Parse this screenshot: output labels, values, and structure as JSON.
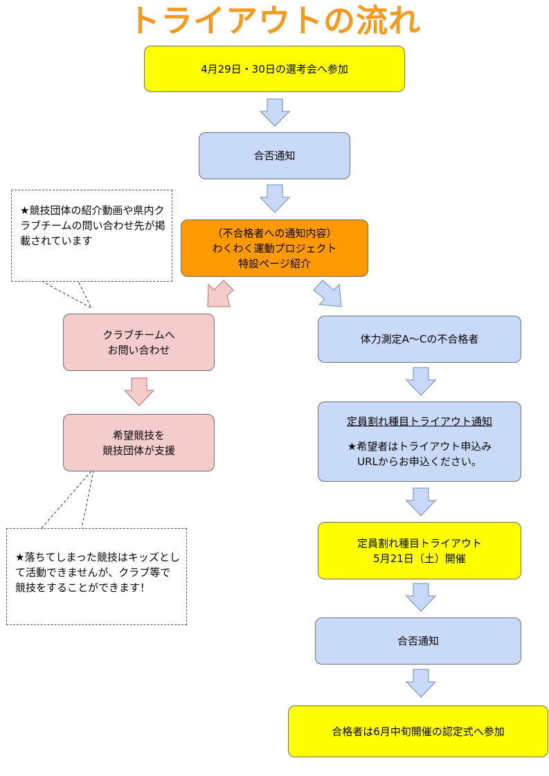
{
  "title": "トライアウトの流れ",
  "steps": {
    "selection": "4月29日・30日の選考会へ参加",
    "result1": "合否通知",
    "notice_line1": "（不合格者への通知内容）",
    "notice_line2": "わくわく運動プロジェクト",
    "notice_line3": "特設ページ紹介",
    "club_line1": "クラブチームへ",
    "club_line2": "お問い合わせ",
    "support_line1": "希望競技を",
    "support_line2": "競技団体が支援",
    "fail_ac": "体力測定A～Cの不合格者",
    "vacancy_title": "定員割れ種目トライアウト通知",
    "vacancy_line1": "★希望者はトライアウト申込み",
    "vacancy_line2": "URLからお申込ください。",
    "tryout_line1": "定員割れ種目トライアウト",
    "tryout_line2": "5月21日（土）開催",
    "result2": "合否通知",
    "final": "合格者は6月中旬開催の認定式へ参加"
  },
  "notes": {
    "top": "★競技団体の紹介動画や県内クラブチームの問い合わせ先が掲載されています",
    "bottom": "★落ちてしまった競技はキッズとして活動できませんが、クラブ等で競技をすることができます！"
  },
  "colors": {
    "title": "#f39a1f",
    "yellow": "#ffff00",
    "blue": "#c9daf8",
    "orange": "#ff9900",
    "pink": "#f4cccc"
  }
}
